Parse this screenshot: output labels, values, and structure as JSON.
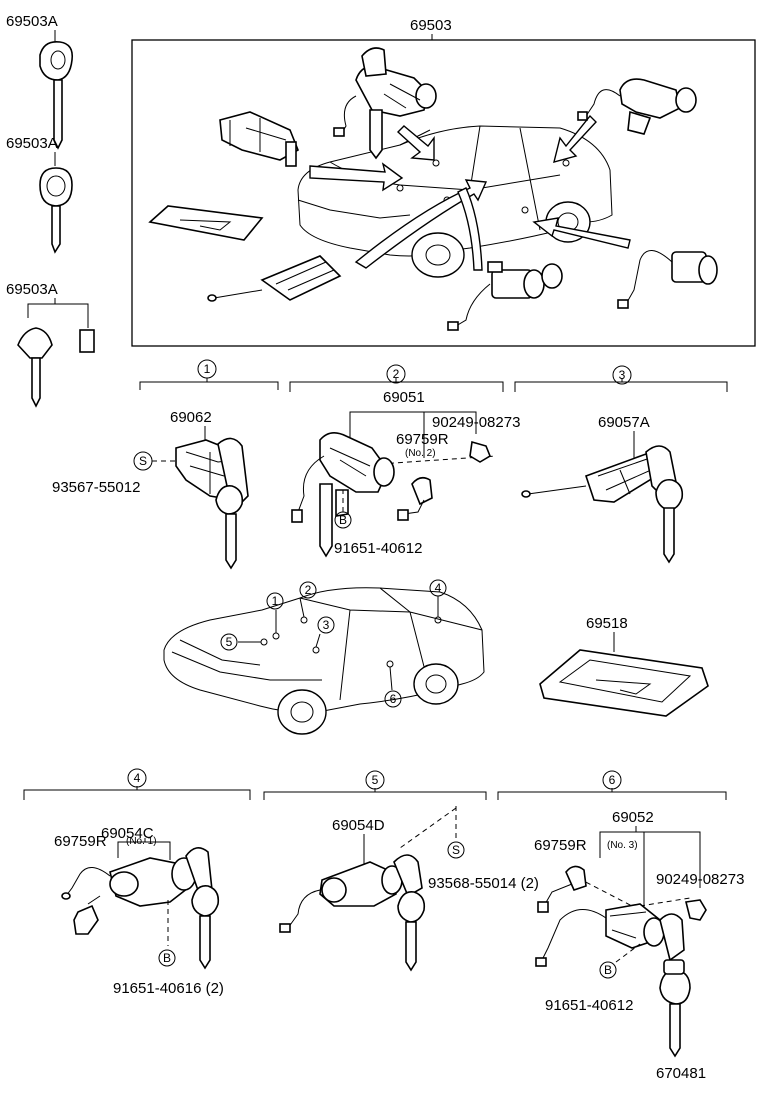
{
  "labels": {
    "key_top": "69503A",
    "key_mid": "69503A",
    "key_bottom": "69503A",
    "main_set": "69503",
    "c1_part": "69062",
    "c1_screw": "93567-55012",
    "c2_part": "69051",
    "c2_bolt": "90249-08273",
    "c2_cyl": "69759R",
    "c2_cyl_note": "(No. 2)",
    "c2_b": "91651-40612",
    "c3_part": "69057A",
    "plate": "69518",
    "c4_part": "69054C",
    "c4_cyl": "69759R",
    "c4_cyl_note": "(No. 1)",
    "c4_b": "91651-40616 (2)",
    "c5_part": "69054D",
    "c5_screw": "93568-55014 (2)",
    "c6_part": "69052",
    "c6_cyl": "69759R",
    "c6_cyl_note": "(No. 3)",
    "c6_bolt": "90249-08273",
    "c6_b": "91651-40612",
    "diagram_id": "670481"
  },
  "callouts": {
    "c1": "1",
    "c2": "2",
    "c3": "3",
    "c4": "4",
    "c5": "5",
    "c6": "6",
    "s_mark": "S",
    "b_mark": "B"
  }
}
